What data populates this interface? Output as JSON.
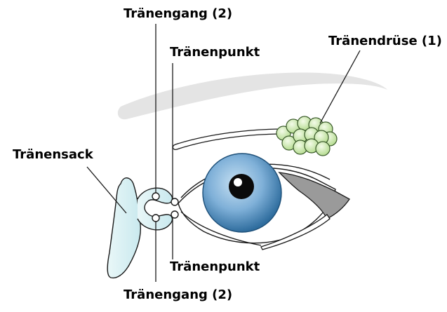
{
  "labels": {
    "tear_duct_top": "Tränengang (2)",
    "tear_point_top": "Tränenpunkt",
    "lacrimal_gland": "Tränendrüse (1)",
    "lacrimal_sac": "Tränensack",
    "tear_point_bottom": "Tränenpunkt",
    "tear_duct_bottom": "Tränengang (2)"
  },
  "colors": {
    "gland_fill": "#cfe8b4",
    "gland_stroke": "#3a5a2a",
    "sac_fill": "#daf0f2",
    "iris_outer": "#2f6d9e",
    "iris_inner": "#a9cde6",
    "pupil": "#0a0a0a",
    "brow_gray": "#e2e2e2",
    "eyelid_gray": "#9a9a9a",
    "line": "#1a1a1a"
  }
}
